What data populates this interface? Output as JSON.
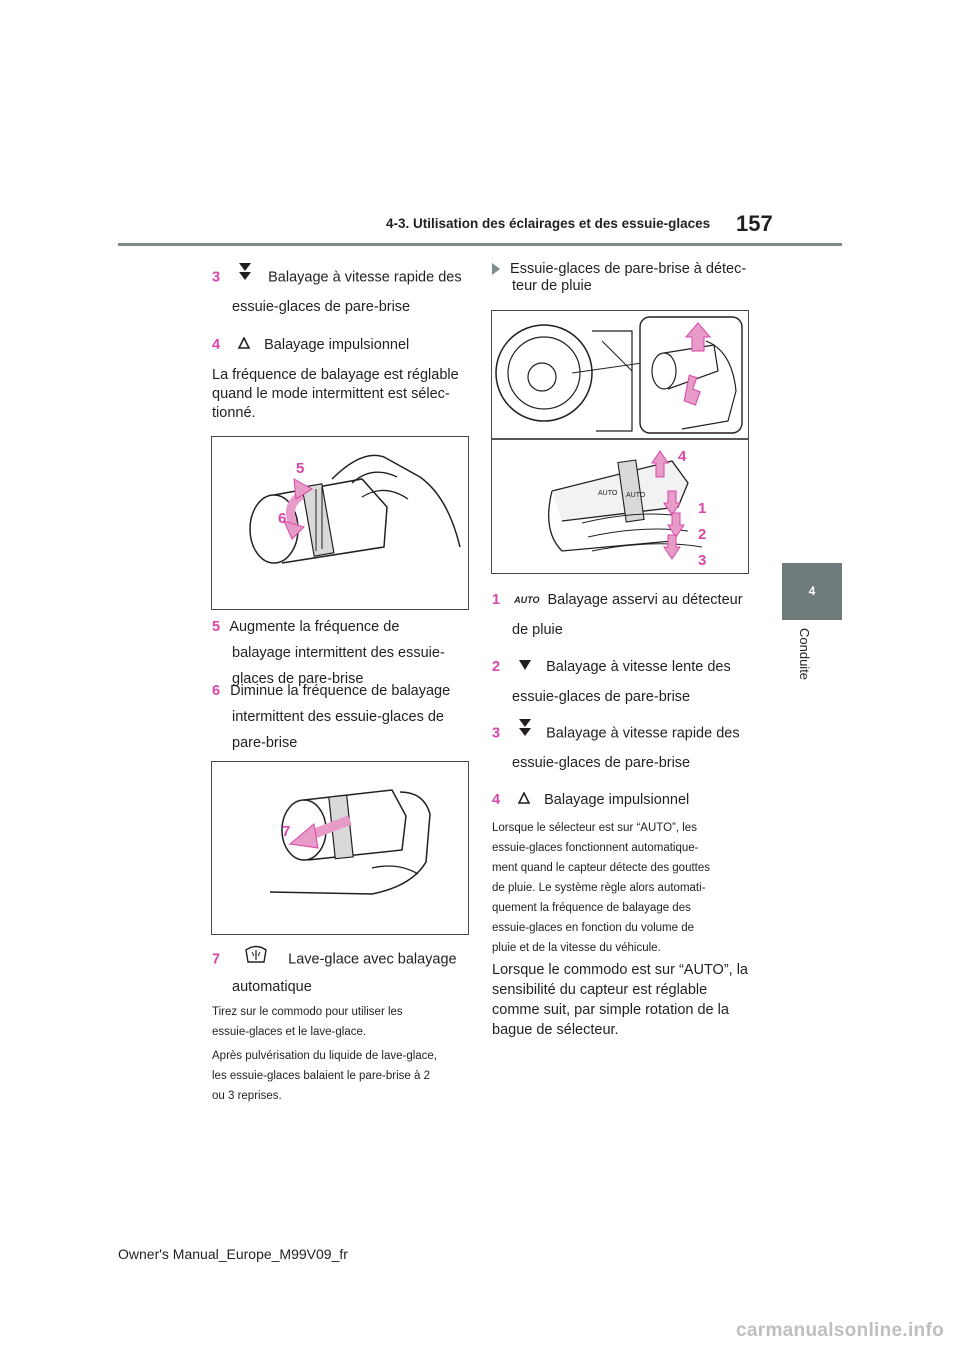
{
  "header": {
    "section_title": "4-3. Utilisation des éclairages et des essuie-glaces",
    "page_number": "157"
  },
  "side_tab": {
    "chapter_number": "4",
    "chapter_label": "Conduite"
  },
  "left": {
    "item3": {
      "num": "3",
      "line1": "Balayage à vitesse rapide des",
      "line2": "essuie-glaces de pare-brise",
      "icon": "double-down-triangle-icon"
    },
    "item4": {
      "num": "4",
      "text": "Balayage impulsionnel",
      "icon": "single-up-outline-triangle-icon"
    },
    "intermittent_note": [
      "La fréquence de balayage est réglable",
      "quand le mode intermittent est sélec-",
      "tionné."
    ],
    "figure1_labels": {
      "a": "5",
      "b": "6"
    },
    "item5": {
      "num": "5",
      "lines": [
        "Augmente la fréquence de",
        "balayage intermittent des essuie-",
        "glaces de pare-brise"
      ]
    },
    "item6": {
      "num": "6",
      "lines": [
        "Diminue la fréquence de balayage",
        "intermittent des essuie-glaces de",
        "pare-brise"
      ]
    },
    "figure2_labels": {
      "a": "7"
    },
    "item7": {
      "num": "7",
      "line1": "Lave-glace avec balayage",
      "line2": "automatique",
      "icon": "washer-icon"
    },
    "pull_note": [
      "Tirez sur le commodo pour utiliser les",
      "essuie-glaces et le lave-glace."
    ],
    "spray_note": [
      "Après pulvérisation du liquide de lave-glace,",
      "les essuie-glaces balaient le pare-brise à 2",
      "ou 3 reprises."
    ]
  },
  "right": {
    "heading": [
      "Essuie-glaces de pare-brise à détec-",
      "teur de pluie"
    ],
    "figure_labels": {
      "a": "4",
      "b": "1",
      "c": "2",
      "d": "3",
      "auto1": "AUTO",
      "auto2": "AUTO"
    },
    "item1": {
      "num": "1",
      "icon_text": "AUTO",
      "line1": "Balayage asservi au détecteur",
      "line2": "de pluie"
    },
    "item2": {
      "num": "2",
      "line1": "Balayage à vitesse lente des",
      "line2": "essuie-glaces de pare-brise",
      "icon": "single-down-triangle-icon"
    },
    "item3": {
      "num": "3",
      "line1": "Balayage à vitesse rapide des",
      "line2": "essuie-glaces de pare-brise",
      "icon": "double-down-triangle-icon"
    },
    "item4": {
      "num": "4",
      "text": "Balayage impulsionnel",
      "icon": "single-up-outline-triangle-icon"
    },
    "auto_note": [
      "Lorsque le sélecteur est sur “AUTO”, les",
      "essuie-glaces fonctionnent automatique-",
      "ment quand le capteur détecte des gouttes",
      "de pluie. Le système règle alors automati-",
      "quement la fréquence de balayage des",
      "essuie-glaces en fonction du volume de",
      "pluie et de la vitesse du véhicule."
    ],
    "sensitivity_note": [
      "Lorsque le commodo est sur “AUTO”, la",
      "sensibilité du capteur est réglable",
      "comme suit, par simple rotation de la",
      "bague de sélecteur."
    ]
  },
  "footer": {
    "text": "Owner's Manual_Europe_M99V09_fr"
  },
  "watermark": {
    "text": "carmanualsonline.info"
  },
  "colors": {
    "accent": "#d946a8",
    "tab": "#6f7b7b",
    "rule": "#7f8c8d"
  }
}
